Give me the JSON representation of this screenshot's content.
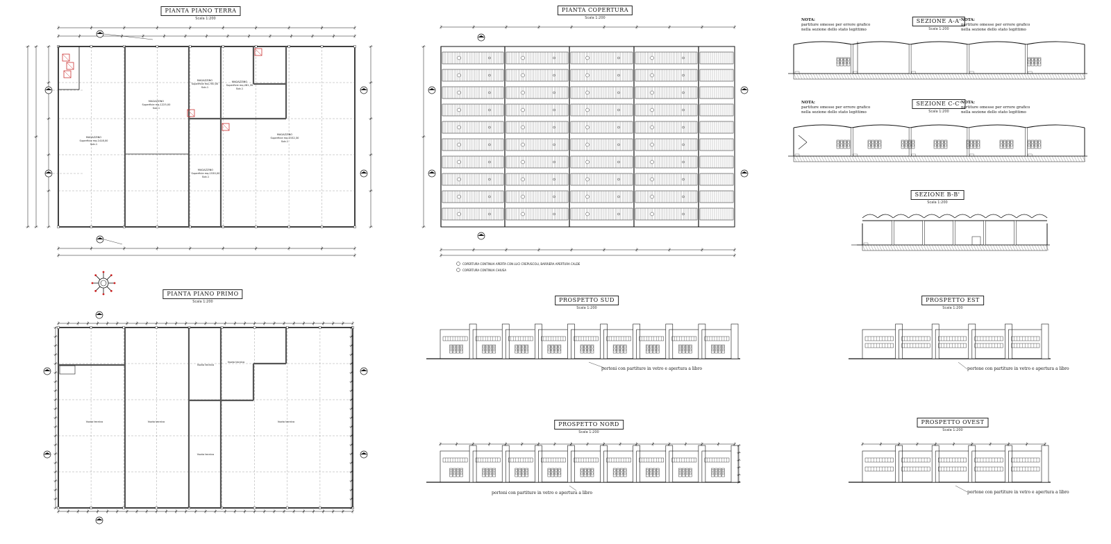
{
  "drawings": {
    "pianta_piano_terra": {
      "title": "PIANTA PIANO TERRA",
      "scale": "Scala 1:200"
    },
    "pianta_copertura": {
      "title": "PIANTA COPERTURA",
      "scale": "Scala 1:200"
    },
    "pianta_piano_primo": {
      "title": "PIANTA PIANO PRIMO",
      "scale": "Scala 1:200"
    },
    "sezione_aa": {
      "title": "SEZIONE A-A'",
      "scale": "Scala 1:200"
    },
    "sezione_cc": {
      "title": "SEZIONE C-C'",
      "scale": "Scala 1:200"
    },
    "sezione_bb": {
      "title": "SEZIONE B-B'",
      "scale": "Scala 1:200"
    },
    "prospetto_sud": {
      "title": "PROSPETTO SUD",
      "scale": "Scala 1:200"
    },
    "prospetto_est": {
      "title": "PROSPETTO EST",
      "scale": "Scala 1:200"
    },
    "prospetto_nord": {
      "title": "PROSPETTO NORD",
      "scale": "Scala 1:200"
    },
    "prospetto_ovest": {
      "title": "PROSPETTO OVEST",
      "scale": "Scala 1:200"
    }
  },
  "notes": {
    "heading": "NOTA:",
    "line1": "partiture omesse per errore grafico",
    "line2": "nella sezione dello stato legittimo"
  },
  "annotations": {
    "portoni": "portoni con partiture in vetro e apertura a libro",
    "portone": "portone con partiture in vetro e apertura a libro"
  },
  "legend": {
    "item1": "COPERTURA CONTINUA APERTA CON LUCI CREPUSCOLI, BARRIERA APERTURA CALDE",
    "item2": "COPERTURA CONTINUA CHIUSA"
  },
  "rooms": {
    "magazzino": "MAGAZZINO",
    "sup_1": "Superficie mq.1418,00",
    "sup_2": "Superficie mq.1225,00",
    "sup_3": "Superficie mq.700,00",
    "sup_4": "Superficie mq.281,39",
    "sup_5": "Superficie mq.1532,30",
    "sup_6": "Superficie mq.1530,00",
    "sala": "Sub.1",
    "vuoto": "Vuoto tecnico"
  }
}
